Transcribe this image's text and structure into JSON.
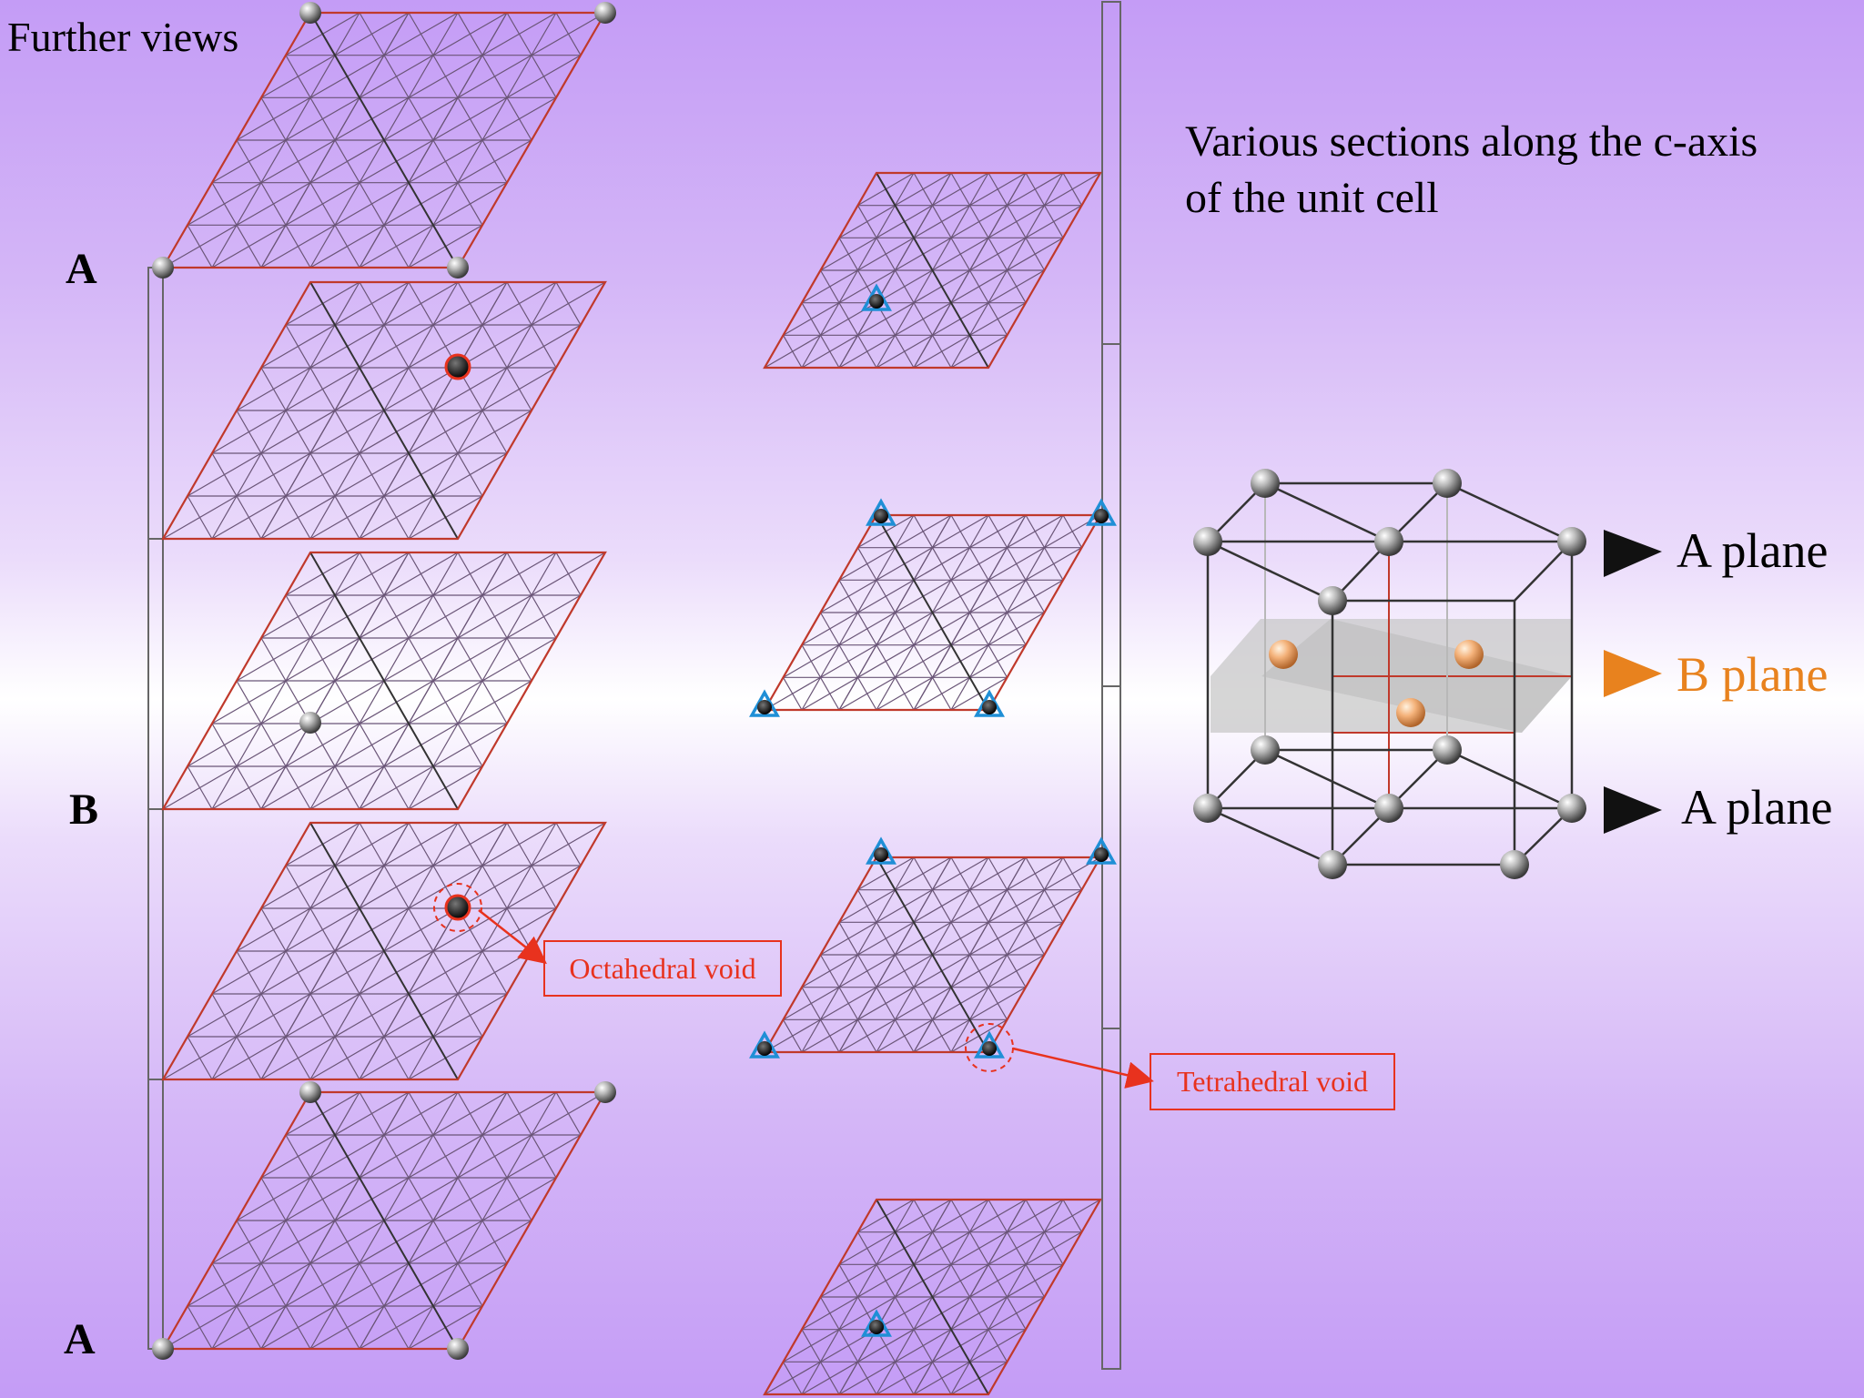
{
  "title": "Further views",
  "sections_caption": {
    "line1": "Various sections along the c-axis",
    "line2": "of the unit cell"
  },
  "layer_labels": {
    "top": "A",
    "middle": "B",
    "bottom": "A"
  },
  "callouts": {
    "octahedral": "Octahedral void",
    "tetrahedral": "Tetrahedral void"
  },
  "planes": {
    "top": "A plane",
    "middle": "B plane",
    "bottom": "A plane"
  },
  "colors": {
    "background_edge": "#c49cf6",
    "background_center": "#ffffff",
    "cell_outline": "#c0392b",
    "grid_line": "#6a5577",
    "callout": "#e8321e",
    "b_plane": "#e8821e",
    "atom": "#8a8a8a",
    "void_marker": "#1f8fd6"
  }
}
